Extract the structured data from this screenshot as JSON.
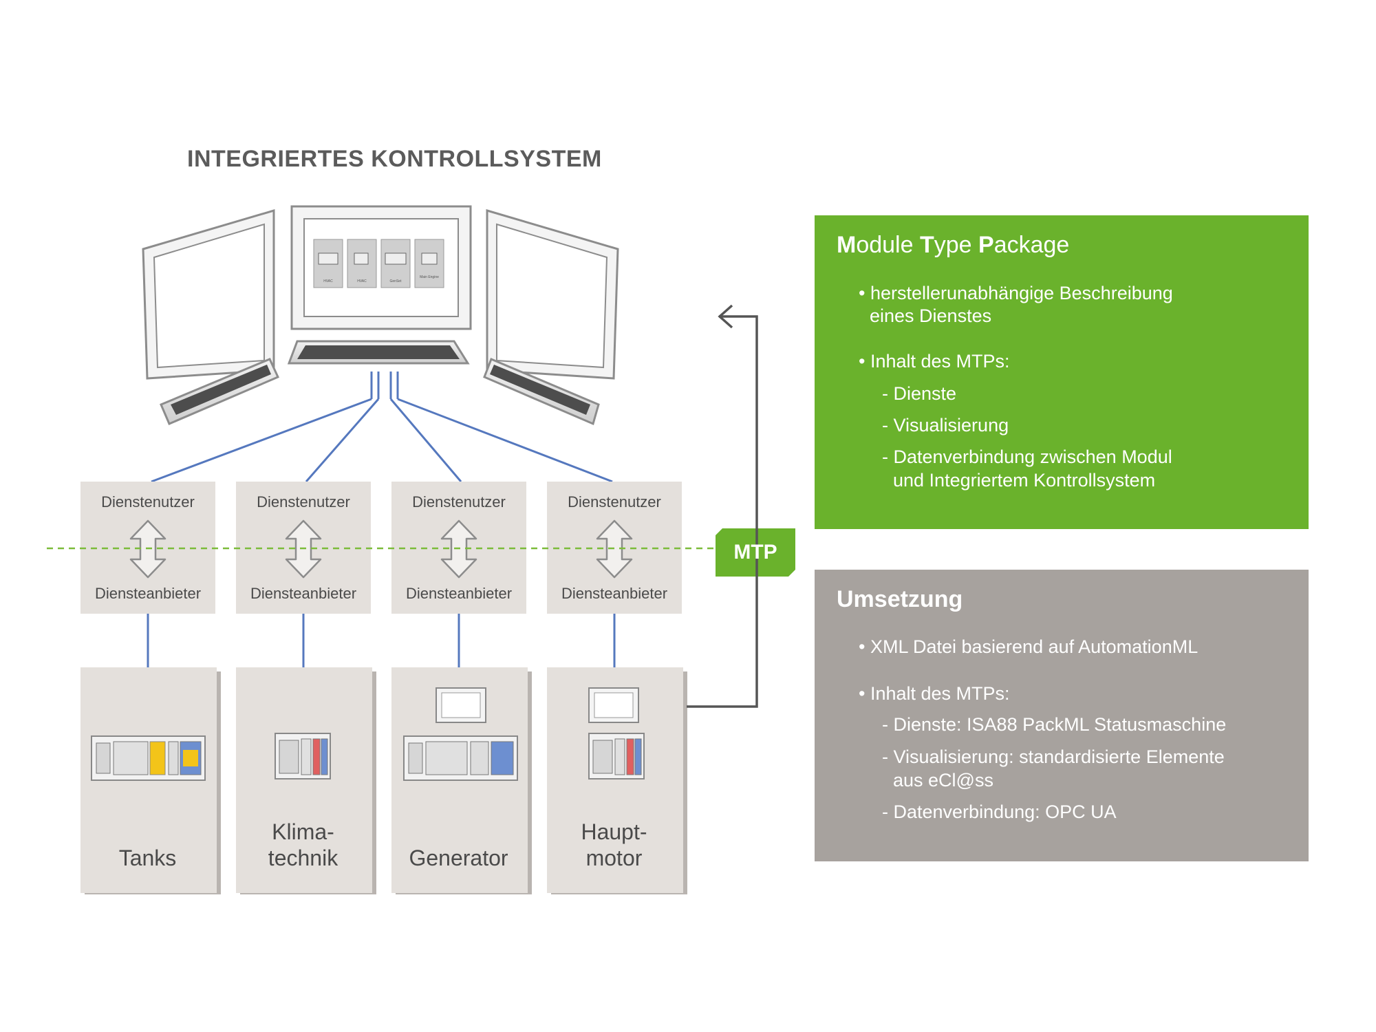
{
  "title": "INTEGRIERTES KONTROLLSYSTEM",
  "screen_tiles": [
    "HVAC",
    "HVAC",
    "GenSet",
    "Main Engine"
  ],
  "services": [
    {
      "top": "Dienstenutzer",
      "bottom": "Diensteanbieter"
    },
    {
      "top": "Dienstenutzer",
      "bottom": "Diensteanbieter"
    },
    {
      "top": "Dienstenutzer",
      "bottom": "Diensteanbieter"
    },
    {
      "top": "Dienstenutzer",
      "bottom": "Diensteanbieter"
    }
  ],
  "modules": [
    {
      "line1": "",
      "line2": "Tanks"
    },
    {
      "line1": "Klima-",
      "line2": "technik"
    },
    {
      "line1": "",
      "line2": "Generator"
    },
    {
      "line1": "Haupt-",
      "line2": "motor"
    }
  ],
  "mtp_label": "MTP",
  "panel_mtp": {
    "title_parts": [
      "M",
      "odule ",
      "T",
      "ype ",
      "P",
      "ackage"
    ],
    "b1_l1": "• herstellerunabhängige Beschreibung",
    "b1_l2": "eines Dienstes",
    "b2": "• Inhalt des MTPs:",
    "s1": "- Dienste",
    "s2": "- Visualisierung",
    "s3_l1": "- Datenverbindung zwischen Modul",
    "s3_l2": "und Integriertem Kontrollsystem"
  },
  "panel_umsetzung": {
    "title": "Umsetzung",
    "b1": "• XML Datei basierend auf AutomationML",
    "b2": "• Inhalt des MTPs:",
    "s1": "- Dienste: ISA88 PackML Statusmaschine",
    "s2_l1": "- Visualisierung: standardisierte Elemente",
    "s2_l2": "aus eCl@ss",
    "s3": "- Datenverbindung: OPC UA"
  },
  "colors": {
    "green": "#6ab22c",
    "gray_panel": "#a7a29e",
    "module_bg": "#e4e0dc",
    "blue_line": "#5578be",
    "dashed_green": "#7cbc3a",
    "arrow_line": "#555555"
  }
}
